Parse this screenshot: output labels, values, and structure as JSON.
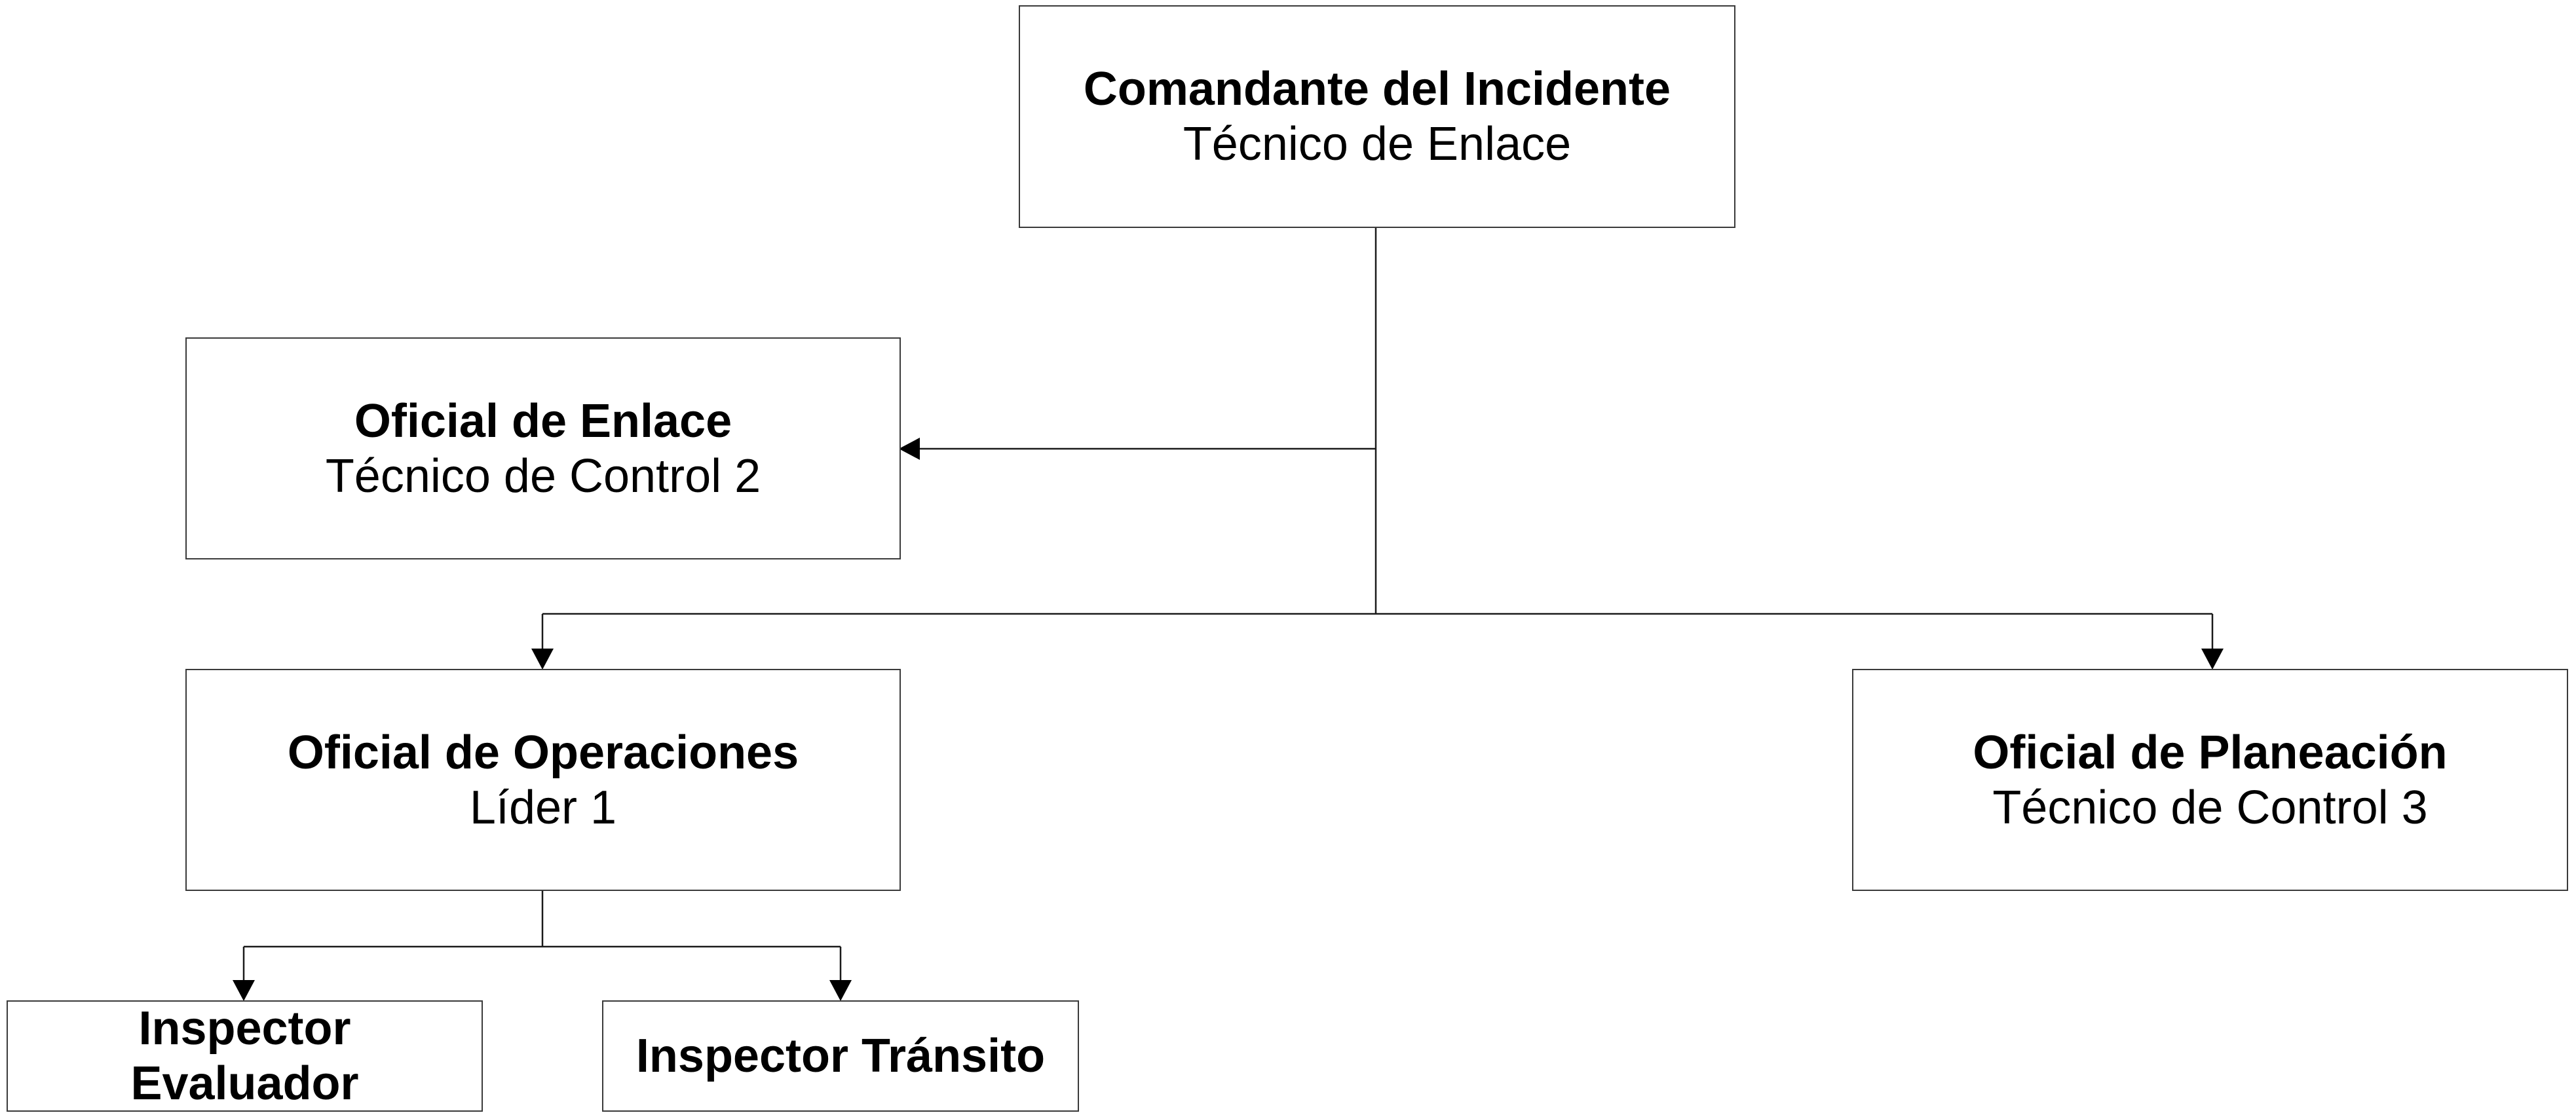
{
  "nodes": {
    "incident_commander": {
      "title": "Comandante del Incidente",
      "subtitle": "Técnico de Enlace"
    },
    "liaison_officer": {
      "title": "Oficial de Enlace",
      "subtitle": "Técnico de Control 2"
    },
    "operations_officer": {
      "title": "Oficial de Operaciones",
      "subtitle": "Líder 1"
    },
    "planning_officer": {
      "title": "Oficial de Planeación",
      "subtitle": "Técnico de Control 3"
    },
    "evaluator_inspector": {
      "title": "Inspector Evaluador"
    },
    "transit_inspector": {
      "title": "Inspector Tránsito"
    }
  },
  "edges": [
    {
      "from": "incident_commander",
      "to": "liaison_officer"
    },
    {
      "from": "incident_commander",
      "to": "operations_officer"
    },
    {
      "from": "incident_commander",
      "to": "planning_officer"
    },
    {
      "from": "operations_officer",
      "to": "evaluator_inspector"
    },
    {
      "from": "operations_officer",
      "to": "transit_inspector"
    }
  ],
  "colors": {
    "line": "#1a1a1a",
    "box_border": "#3a3a3a",
    "background": "#ffffff"
  }
}
